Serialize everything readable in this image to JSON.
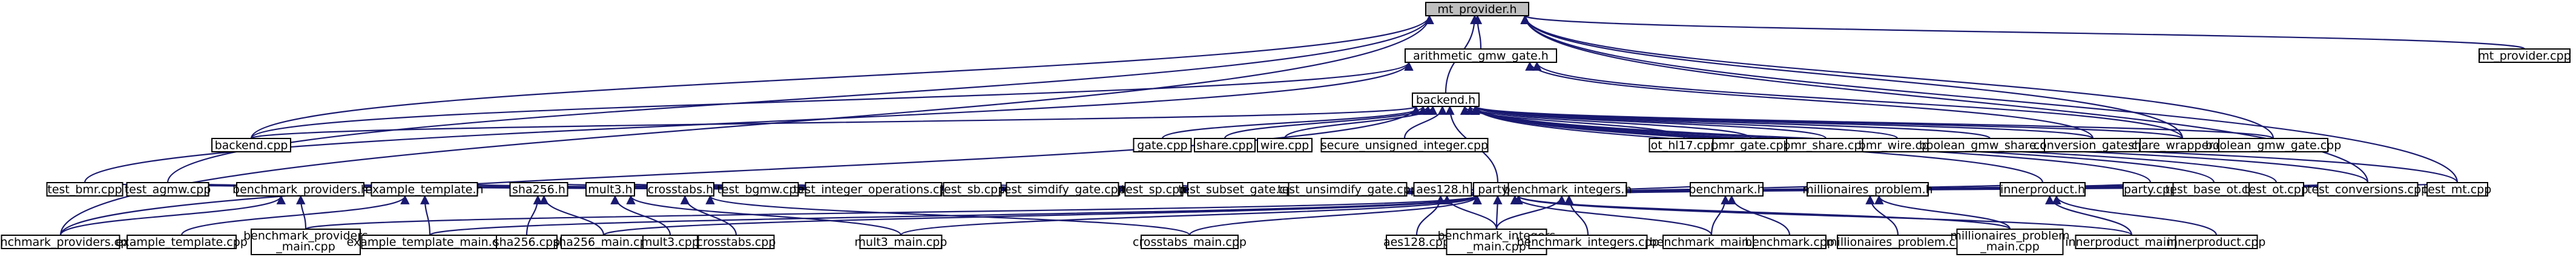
{
  "graph": {
    "type": "include-dependency-graph",
    "colors": {
      "edge": "#191970",
      "node_border": "#000000",
      "root_fill": "#bfbfbf",
      "node_fill": "#ffffff"
    },
    "root": "mt_provider",
    "nodes": [
      {
        "id": "mt_provider",
        "label": [
          "mt_provider.h"
        ]
      },
      {
        "id": "arith",
        "label": [
          "arithmetic_gmw_gate.h"
        ]
      },
      {
        "id": "mt_provider_cpp",
        "label": [
          "mt_provider.cpp"
        ]
      },
      {
        "id": "backend_h",
        "label": [
          "backend.h"
        ]
      },
      {
        "id": "backend_cpp",
        "label": [
          "backend.cpp"
        ]
      },
      {
        "id": "gate_cpp",
        "label": [
          "gate.cpp"
        ]
      },
      {
        "id": "share_cpp",
        "label": [
          "share.cpp"
        ]
      },
      {
        "id": "wire_cpp",
        "label": [
          "wire.cpp"
        ]
      },
      {
        "id": "secure_unsigned_integer_cpp",
        "label": [
          "secure_unsigned_integer.cpp"
        ]
      },
      {
        "id": "ot_hl17_cpp",
        "label": [
          "ot_hl17.cpp"
        ]
      },
      {
        "id": "bmr_gate_cpp",
        "label": [
          "bmr_gate.cpp"
        ]
      },
      {
        "id": "bmr_share_cpp",
        "label": [
          "bmr_share.cpp"
        ]
      },
      {
        "id": "bmr_wire_cpp",
        "label": [
          "bmr_wire.cpp"
        ]
      },
      {
        "id": "boolean_gmw_share_cpp",
        "label": [
          "boolean_gmw_share.cpp"
        ]
      },
      {
        "id": "conversion_gate_cpp",
        "label": [
          "conversion_gate.cpp"
        ]
      },
      {
        "id": "share_wrapper_cpp",
        "label": [
          "share_wrapper.cpp"
        ]
      },
      {
        "id": "boolean_gmw_gate_cpp",
        "label": [
          "boolean_gmw_gate.cpp"
        ]
      },
      {
        "id": "party_h",
        "label": [
          "party.h"
        ]
      },
      {
        "id": "test_bmr_cpp",
        "label": [
          "test_bmr.cpp"
        ]
      },
      {
        "id": "test_agmw_cpp",
        "label": [
          "test_agmw.cpp"
        ]
      },
      {
        "id": "benchmark_providers_h",
        "label": [
          "benchmark_providers.h"
        ]
      },
      {
        "id": "example_template_h",
        "label": [
          "example_template.h"
        ]
      },
      {
        "id": "sha256_h",
        "label": [
          "sha256.h"
        ]
      },
      {
        "id": "mult3_h",
        "label": [
          "mult3.h"
        ]
      },
      {
        "id": "crosstabs_h",
        "label": [
          "crosstabs.h"
        ]
      },
      {
        "id": "test_bgmw_cpp",
        "label": [
          "test_bgmw.cpp"
        ]
      },
      {
        "id": "test_integer_operations_cpp",
        "label": [
          "test_integer_operations.cpp"
        ]
      },
      {
        "id": "test_sb_cpp",
        "label": [
          "test_sb.cpp"
        ]
      },
      {
        "id": "test_simdify_gate_cpp",
        "label": [
          "test_simdify_gate.cpp"
        ]
      },
      {
        "id": "test_sp_cpp",
        "label": [
          "test_sp.cpp"
        ]
      },
      {
        "id": "test_subset_gate_cpp",
        "label": [
          "test_subset_gate.cpp"
        ]
      },
      {
        "id": "test_unsimdify_gate_cpp",
        "label": [
          "test_unsimdify_gate.cpp"
        ]
      },
      {
        "id": "aes128_h",
        "label": [
          "aes128.h"
        ]
      },
      {
        "id": "benchmark_integers_h",
        "label": [
          "benchmark_integers.h"
        ]
      },
      {
        "id": "benchmark_h",
        "label": [
          "benchmark.h"
        ]
      },
      {
        "id": "millionaires_problem_h",
        "label": [
          "millionaires_problem.h"
        ]
      },
      {
        "id": "innerproduct_h",
        "label": [
          "innerproduct.h"
        ]
      },
      {
        "id": "party_cpp",
        "label": [
          "party.cpp"
        ]
      },
      {
        "id": "test_base_ot_cpp",
        "label": [
          "test_base_ot.cpp"
        ]
      },
      {
        "id": "test_ot_cpp",
        "label": [
          "test_ot.cpp"
        ]
      },
      {
        "id": "test_conversions_cpp",
        "label": [
          "test_conversions.cpp"
        ]
      },
      {
        "id": "test_mt_cpp",
        "label": [
          "test_mt.cpp"
        ]
      },
      {
        "id": "benchmark_providers_cpp",
        "label": [
          "benchmark_providers.cpp"
        ]
      },
      {
        "id": "example_template_cpp",
        "label": [
          "example_template.cpp"
        ]
      },
      {
        "id": "benchmark_providers_main_cpp",
        "label": [
          "benchmark_providers",
          "_main.cpp"
        ]
      },
      {
        "id": "example_template_main_cpp",
        "label": [
          "example_template_main.cpp"
        ]
      },
      {
        "id": "sha256_cpp",
        "label": [
          "sha256.cpp"
        ]
      },
      {
        "id": "sha256_main_cpp",
        "label": [
          "sha256_main.cpp"
        ]
      },
      {
        "id": "mult3_cpp",
        "label": [
          "mult3.cpp"
        ]
      },
      {
        "id": "crosstabs_cpp",
        "label": [
          "crosstabs.cpp"
        ]
      },
      {
        "id": "mult3_main_cpp",
        "label": [
          "mult3_main.cpp"
        ]
      },
      {
        "id": "crosstabs_main_cpp",
        "label": [
          "crosstabs_main.cpp"
        ]
      },
      {
        "id": "aes128_cpp",
        "label": [
          "aes128.cpp"
        ]
      },
      {
        "id": "benchmark_integers_main_cpp",
        "label": [
          "benchmark_integers",
          "_main.cpp"
        ]
      },
      {
        "id": "benchmark_integers_cpp",
        "label": [
          "benchmark_integers.cpp"
        ]
      },
      {
        "id": "benchmark_main_cpp",
        "label": [
          "benchmark_main.cpp"
        ]
      },
      {
        "id": "benchmark_cpp",
        "label": [
          "benchmark.cpp"
        ]
      },
      {
        "id": "millionaires_problem_cpp",
        "label": [
          "millionaires_problem.cpp"
        ]
      },
      {
        "id": "millionaires_problem_main_cpp",
        "label": [
          "millionaires_problem",
          "_main.cpp"
        ]
      },
      {
        "id": "innerproduct_main_cpp",
        "label": [
          "innerproduct_main.cpp"
        ]
      },
      {
        "id": "innerproduct_cpp",
        "label": [
          "innerproduct.cpp"
        ]
      }
    ],
    "edges": [
      [
        "mt_provider",
        "arith"
      ],
      [
        "mt_provider",
        "mt_provider_cpp"
      ],
      [
        "mt_provider",
        "backend_h"
      ],
      [
        "mt_provider",
        "backend_cpp"
      ],
      [
        "mt_provider",
        "test_agmw_cpp"
      ],
      [
        "mt_provider",
        "benchmark_providers_cpp"
      ],
      [
        "mt_provider",
        "share_wrapper_cpp"
      ],
      [
        "mt_provider",
        "boolean_gmw_gate_cpp"
      ],
      [
        "mt_provider",
        "test_conversions_cpp"
      ],
      [
        "mt_provider",
        "test_mt_cpp"
      ],
      [
        "arith",
        "backend_cpp"
      ],
      [
        "arith",
        "test_bmr_cpp"
      ],
      [
        "arith",
        "share_wrapper_cpp"
      ],
      [
        "arith",
        "conversion_gate_cpp"
      ],
      [
        "backend_h",
        "backend_cpp"
      ],
      [
        "backend_h",
        "gate_cpp"
      ],
      [
        "backend_h",
        "share_cpp"
      ],
      [
        "backend_h",
        "wire_cpp"
      ],
      [
        "backend_h",
        "secure_unsigned_integer_cpp"
      ],
      [
        "backend_h",
        "ot_hl17_cpp"
      ],
      [
        "backend_h",
        "bmr_gate_cpp"
      ],
      [
        "backend_h",
        "bmr_share_cpp"
      ],
      [
        "backend_h",
        "bmr_wire_cpp"
      ],
      [
        "backend_h",
        "boolean_gmw_share_cpp"
      ],
      [
        "backend_h",
        "conversion_gate_cpp"
      ],
      [
        "backend_h",
        "share_wrapper_cpp"
      ],
      [
        "backend_h",
        "boolean_gmw_gate_cpp"
      ],
      [
        "backend_h",
        "party_h"
      ],
      [
        "backend_h",
        "benchmark_providers_cpp"
      ],
      [
        "backend_h",
        "party_cpp"
      ],
      [
        "backend_h",
        "test_base_ot_cpp"
      ],
      [
        "backend_h",
        "test_ot_cpp"
      ],
      [
        "backend_h",
        "test_conversions_cpp"
      ],
      [
        "backend_h",
        "test_mt_cpp"
      ],
      [
        "backend_h",
        "innerproduct_h"
      ],
      [
        "party_h",
        "test_bmr_cpp"
      ],
      [
        "party_h",
        "test_agmw_cpp"
      ],
      [
        "party_h",
        "benchmark_providers_h"
      ],
      [
        "party_h",
        "example_template_h"
      ],
      [
        "party_h",
        "sha256_h"
      ],
      [
        "party_h",
        "mult3_h"
      ],
      [
        "party_h",
        "crosstabs_h"
      ],
      [
        "party_h",
        "test_bgmw_cpp"
      ],
      [
        "party_h",
        "test_integer_operations_cpp"
      ],
      [
        "party_h",
        "test_sb_cpp"
      ],
      [
        "party_h",
        "test_simdify_gate_cpp"
      ],
      [
        "party_h",
        "test_sp_cpp"
      ],
      [
        "party_h",
        "test_subset_gate_cpp"
      ],
      [
        "party_h",
        "test_unsimdify_gate_cpp"
      ],
      [
        "party_h",
        "aes128_h"
      ],
      [
        "party_h",
        "benchmark_integers_h"
      ],
      [
        "party_h",
        "benchmark_h"
      ],
      [
        "party_h",
        "millionaires_problem_h"
      ],
      [
        "party_h",
        "innerproduct_h"
      ],
      [
        "party_h",
        "party_cpp"
      ],
      [
        "party_h",
        "test_base_ot_cpp"
      ],
      [
        "party_h",
        "test_ot_cpp"
      ],
      [
        "party_h",
        "test_conversions_cpp"
      ],
      [
        "party_h",
        "test_mt_cpp"
      ],
      [
        "party_h",
        "benchmark_providers_main_cpp"
      ],
      [
        "party_h",
        "example_template_main_cpp"
      ],
      [
        "party_h",
        "sha256_main_cpp"
      ],
      [
        "party_h",
        "mult3_main_cpp"
      ],
      [
        "party_h",
        "crosstabs_main_cpp"
      ],
      [
        "party_h",
        "benchmark_integers_main_cpp"
      ],
      [
        "party_h",
        "benchmark_main_cpp"
      ],
      [
        "party_h",
        "millionaires_problem_main_cpp"
      ],
      [
        "party_h",
        "innerproduct_main_cpp"
      ],
      [
        "benchmark_providers_h",
        "benchmark_providers_cpp"
      ],
      [
        "benchmark_providers_h",
        "benchmark_providers_main_cpp"
      ],
      [
        "example_template_h",
        "example_template_cpp"
      ],
      [
        "example_template_h",
        "example_template_main_cpp"
      ],
      [
        "sha256_h",
        "sha256_cpp"
      ],
      [
        "sha256_h",
        "sha256_main_cpp"
      ],
      [
        "mult3_h",
        "mult3_cpp"
      ],
      [
        "mult3_h",
        "mult3_main_cpp"
      ],
      [
        "crosstabs_h",
        "crosstabs_cpp"
      ],
      [
        "crosstabs_h",
        "crosstabs_main_cpp"
      ],
      [
        "aes128_h",
        "aes128_cpp"
      ],
      [
        "aes128_h",
        "benchmark_integers_main_cpp"
      ],
      [
        "benchmark_integers_h",
        "benchmark_integers_cpp"
      ],
      [
        "benchmark_integers_h",
        "benchmark_integers_main_cpp"
      ],
      [
        "benchmark_h",
        "benchmark_main_cpp"
      ],
      [
        "benchmark_h",
        "benchmark_cpp"
      ],
      [
        "millionaires_problem_h",
        "millionaires_problem_cpp"
      ],
      [
        "millionaires_problem_h",
        "millionaires_problem_main_cpp"
      ],
      [
        "innerproduct_h",
        "innerproduct_main_cpp"
      ],
      [
        "innerproduct_h",
        "innerproduct_cpp"
      ]
    ]
  }
}
